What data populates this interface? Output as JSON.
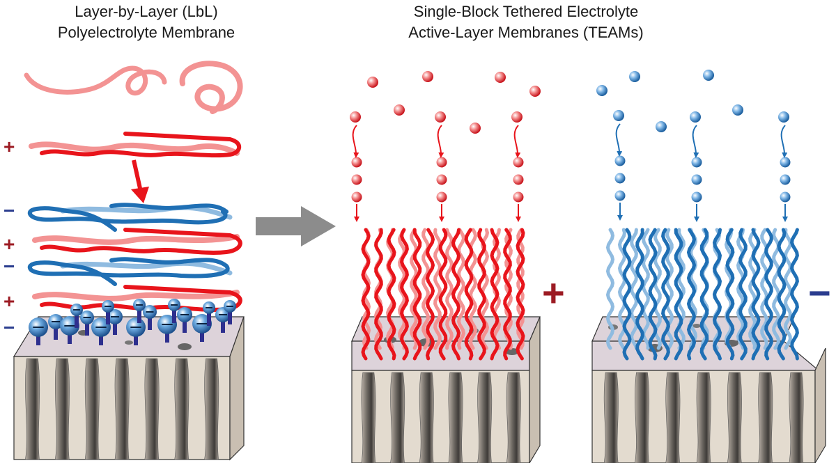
{
  "left_panel": {
    "title_line1": "Layer-by-Layer (LbL)",
    "title_line2": "Polyelectrolyte Membrane",
    "charge_labels": [
      "+",
      "−",
      "+",
      "−",
      "+",
      "−"
    ]
  },
  "right_panel": {
    "title_line1": "Single-Block Tethered Electrolyte",
    "title_line2": "Active-Layer Membranes (TEAMs)",
    "cationic_label": "+",
    "anionic_label": "−"
  },
  "colors": {
    "cationic": "#e8141b",
    "cationic_light": "#f39393",
    "anionic": "#1f6fb4",
    "anionic_light": "#8fbbe0",
    "charge_label": "#9c1b23",
    "minus_label": "#2b3d8f",
    "support": "#d9cfc2",
    "support_top": "#ddd3da",
    "arrow_gray": "#8c8c8c",
    "tether": "#2d2f8e"
  }
}
